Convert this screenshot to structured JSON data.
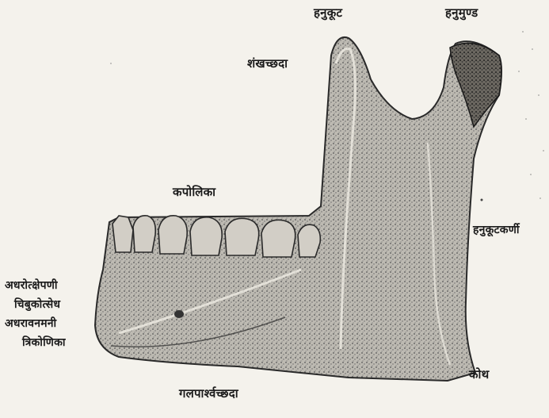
{
  "labels": {
    "hanukoot": "हनुकूट",
    "hanumund": "हनुमुण्ड",
    "shankhachhada": "शंखच्छदा",
    "kapolika": "कपोलिका",
    "hanukootkarni": "हनुकूटकर्णी",
    "adharotkshepani": "अधरोत्क्षेपणी",
    "chibukotsedh": "चिबुकोत्सेध",
    "adharavanamani": "अधरावनमनी",
    "trikonika": "त्रिकोणिका",
    "koth": "कोथ",
    "galapaarshvachhada": "गलपार्श्वच्छदा"
  }
}
